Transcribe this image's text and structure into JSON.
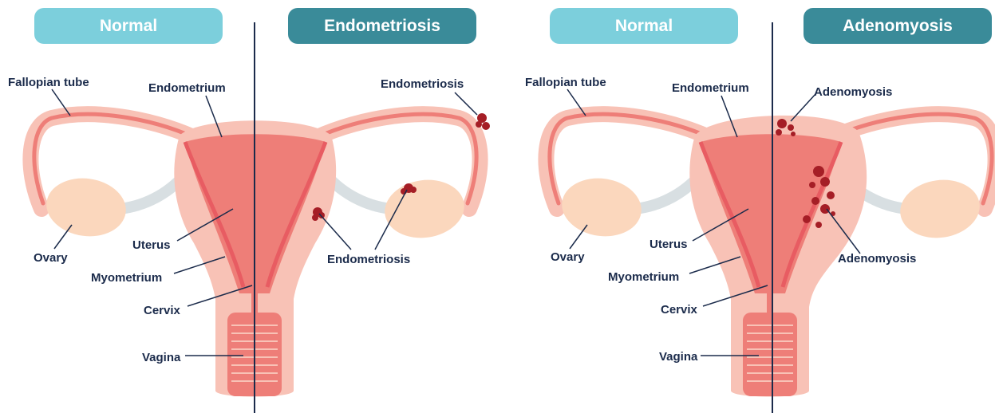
{
  "panels": [
    {
      "tab_normal": "Normal",
      "tab_condition": "Endometriosis",
      "labels": {
        "fallopian_tube": "Fallopian tube",
        "endometrium": "Endometrium",
        "ovary": "Ovary",
        "uterus": "Uterus",
        "myometrium": "Myometrium",
        "cervix": "Cervix",
        "vagina": "Vagina",
        "condition_top": "Endometriosis",
        "condition_bottom": "Endometriosis"
      }
    },
    {
      "tab_normal": "Normal",
      "tab_condition": "Adenomyosis",
      "labels": {
        "fallopian_tube": "Fallopian tube",
        "endometrium": "Endometrium",
        "ovary": "Ovary",
        "uterus": "Uterus",
        "myometrium": "Myometrium",
        "cervix": "Cervix",
        "vagina": "Vagina",
        "condition_top": "Adenomyosis",
        "condition_bottom": "Adenomyosis"
      }
    }
  ],
  "colors": {
    "outer_tissue": "#f8c2b6",
    "endometrium": "#ee7e78",
    "lining": "#e85c62",
    "lesion": "#a51e26",
    "ovary": "#fbd7bd",
    "ligament": "#d8dfe2",
    "divider": "#1b2b4b",
    "tab_normal": "#7ccfdc",
    "tab_condition": "#3a8b99",
    "label_text": "#1b2b4b"
  }
}
